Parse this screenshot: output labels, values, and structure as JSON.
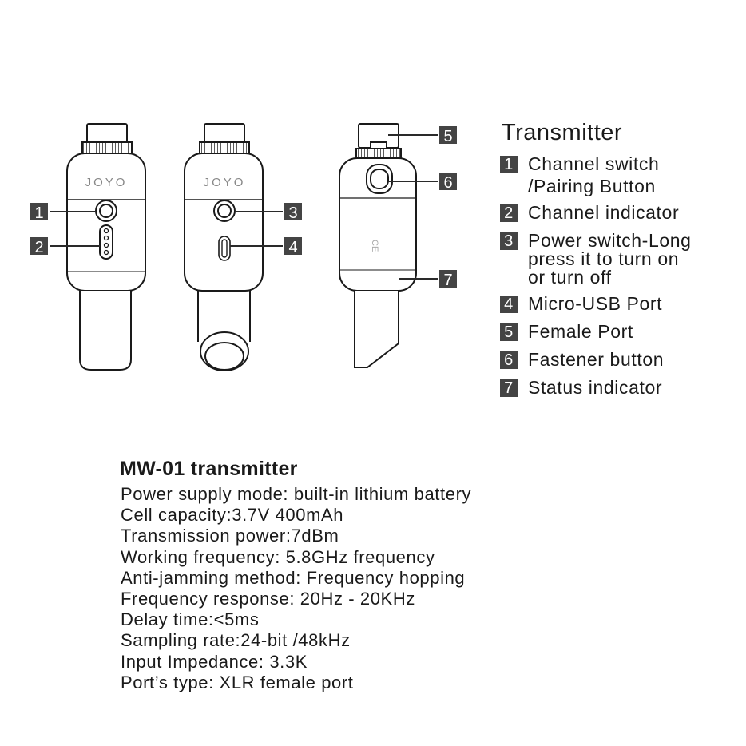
{
  "device": {
    "brand_logo": "JOYO",
    "brand_logo_2": "JOYO"
  },
  "callouts": [
    {
      "num": "1"
    },
    {
      "num": "2"
    },
    {
      "num": "3"
    },
    {
      "num": "4"
    },
    {
      "num": "5"
    },
    {
      "num": "6"
    },
    {
      "num": "7"
    }
  ],
  "legend": {
    "title": "Transmitter",
    "items": [
      {
        "num": "1",
        "label": "Channel switch\n/Pairing Button"
      },
      {
        "num": "2",
        "label": "Channel indicator"
      },
      {
        "num": "3",
        "label": "Power switch-Long\npress it to turn on\nor turn off"
      },
      {
        "num": "4",
        "label": "Micro-USB Port"
      },
      {
        "num": "5",
        "label": "Female Port"
      },
      {
        "num": "6",
        "label": "Fastener button"
      },
      {
        "num": "7",
        "label": "Status indicator"
      }
    ]
  },
  "specs": {
    "title": "MW-01 transmitter",
    "lines": [
      "Power supply mode: built-in lithium battery",
      "Cell capacity:3.7V 400mAh",
      "Transmission power:7dBm",
      "Working frequency: 5.8GHz frequency",
      "Anti-jamming method: Frequency hopping",
      "Frequency response: 20Hz - 20KHz",
      "Delay time:<5ms",
      "Sampling rate:24-bit /48kHz",
      "Input Impedance: 3.3K",
      "Port’s type: XLR female port"
    ]
  },
  "colors": {
    "line": "#2a2a2a",
    "callout_box": "#444444",
    "body_stroke": "#1a1a1a"
  }
}
